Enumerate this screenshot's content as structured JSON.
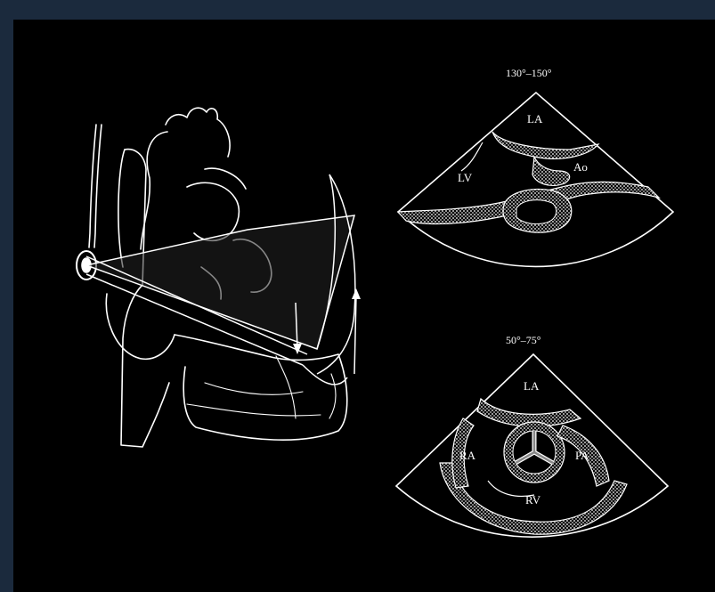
{
  "top_sector": {
    "angle_label": "130°–150°",
    "labels": {
      "la": "LA",
      "lv": "LV",
      "ao": "Ao"
    }
  },
  "bottom_sector": {
    "angle_label": "50°–75°",
    "labels": {
      "la": "LA",
      "ra": "RA",
      "pa": "PA",
      "rv": "RV"
    }
  },
  "colors": {
    "background": "#000000",
    "frame": "#1b2a3d",
    "line": "#ffffff",
    "tissue": "#8a8a8a"
  }
}
